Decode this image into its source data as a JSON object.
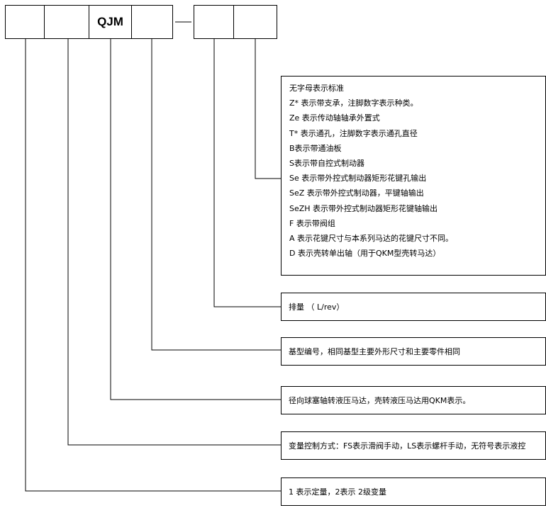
{
  "model_code": {
    "boxes": [
      "",
      "",
      "QJM",
      "",
      "",
      ""
    ]
  },
  "descriptions": {
    "suffix_options": [
      "无字母表示标准",
      "Z* 表示带支承，注脚数字表示种类。",
      "Ze 表示传动轴轴承外置式",
      "T* 表示通孔，注脚数字表示通孔直径",
      "B表示带通油板",
      "S表示带自控式制动器",
      "Se 表示带外控式制动器矩形花键孔输出",
      "SeZ 表示带外控式制动器，平键轴输出",
      "SeZH 表示带外控式制动器矩形花键轴输出",
      "F 表示带阀组",
      "A 表示花键尺寸与本系列马达的花键尺寸不同。",
      "D 表示壳转单出轴（用于QKM型壳转马达）"
    ],
    "displacement": "排量 （ L/rev）",
    "base_model": "基型编号，相同基型主要外形尺寸和主要零件相同",
    "motor_type": "径向球塞轴转液压马达，壳转液压马达用QKM表示。",
    "control_mode": "变量控制方式：FS表示滑阀手动，LS表示螺杆手动，无符号表示液控",
    "variable_stage": "1 表示定量，2表示 2级变量"
  }
}
